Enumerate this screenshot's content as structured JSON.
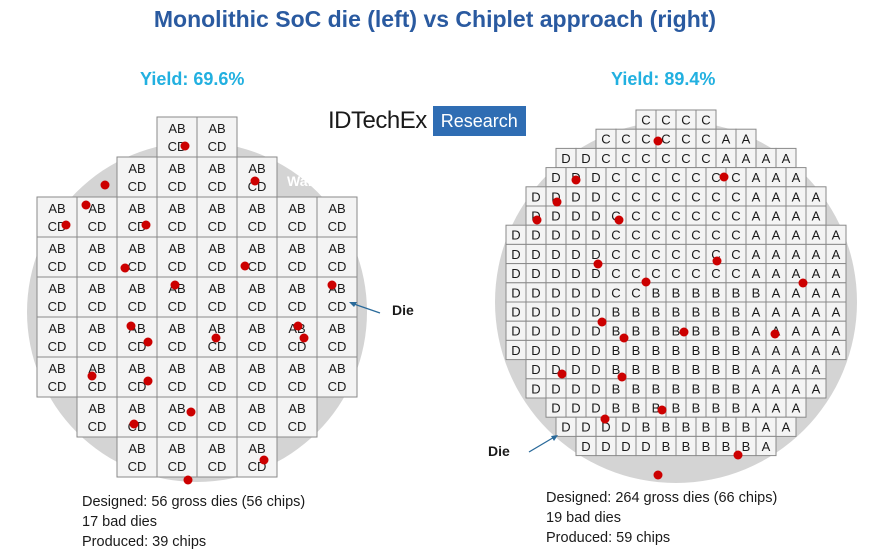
{
  "title": "Monolithic SoC die (left) vs Chiplet approach (right)",
  "logo": {
    "brand": "IDTechEx",
    "tag": "Research"
  },
  "colors": {
    "title": "#2a5aa0",
    "yield": "#22b0e0",
    "wafer": "#d4d4d4",
    "die": "#f4f4f4",
    "die_border": "#8a8a8a",
    "defect": "#cc0000",
    "logo_tag_bg": "#2f6db3",
    "arrow": "#2a6a9a"
  },
  "left": {
    "yield_label": "Yield: 69.6%",
    "wafer_label": "Wafer",
    "die_label": "Die",
    "die_text": [
      "AB",
      "CD"
    ],
    "row_counts": [
      2,
      4,
      8,
      8,
      8,
      8,
      8,
      6,
      4
    ],
    "stats": [
      "Designed: 56 gross dies (56 chips)",
      "17 bad dies",
      "Produced: 39 chips"
    ]
  },
  "right": {
    "yield_label": "Yield: 89.4%",
    "die_label": "Die",
    "rows": [
      "CCCC",
      "CCCCCCAA",
      "DDCCCCCCAAAA",
      "DDDCCCCCCCAAA",
      "DDDDCCCCCCCAAAA",
      "DDDDCCCCCCCAAAA",
      "DDDDDCCCCCCCAAAAA",
      "DDDDDCCCCCCCAAAAA",
      "DDDDDCCCCCCCAAAAA",
      "DDDDDCCBBBBBBAAAA",
      "DDDDDBBBBBBBAAAAA",
      "DDDDDBBBBBBBAAAAA",
      "DDDDDBBBBBBBAAAAA",
      "DDDDBBBBBBBAAAA",
      "DDDDBBBBBBBAAAA",
      "DDDBBBBBBBAAA",
      "DDDDBBBBBBAA",
      "DDDDBBBBBA"
    ],
    "stats": [
      "Designed: 264 gross dies (66 chips)",
      "19 bad dies",
      "Produced: 59 chips"
    ]
  }
}
